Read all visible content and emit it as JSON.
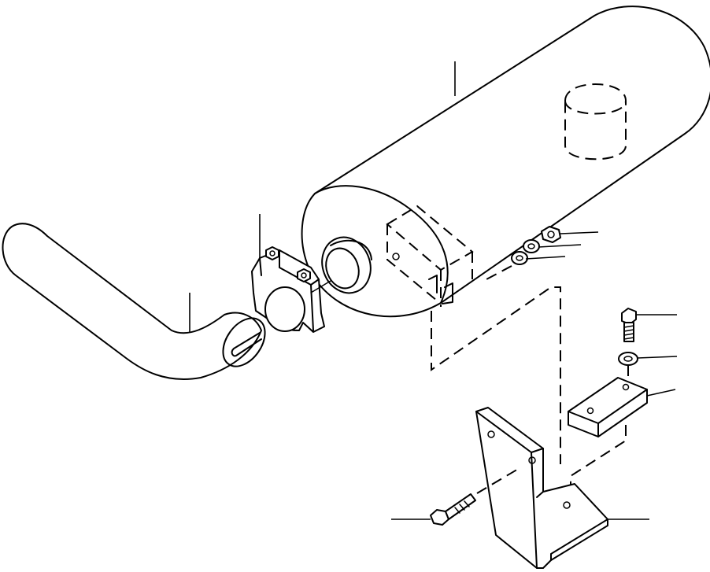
{
  "diagram": {
    "kind": "exploded-parts-view",
    "parts": [
      "muffler",
      "exhaust-tail-pipe",
      "pipe-clamp",
      "mounting-bracket",
      "bracket-spacer-plate",
      "bolt",
      "lock-washer",
      "bracket-bolt",
      "nut",
      "washer"
    ],
    "labels_printed": false
  }
}
